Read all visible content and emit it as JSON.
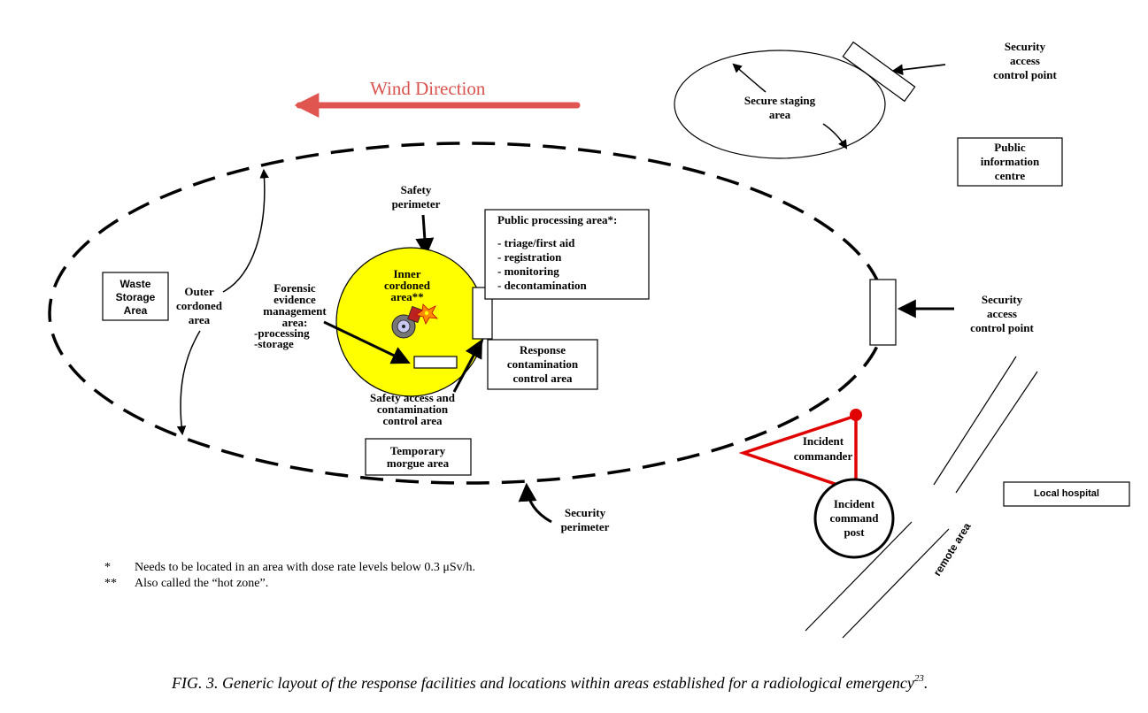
{
  "wind_label": "Wind Direction",
  "colors": {
    "wind_arrow": "#e05550",
    "inner_area": "#ffff00",
    "incident_lines": "#e00000"
  },
  "labels": {
    "security_access_top": [
      "Security",
      "access",
      "control point"
    ],
    "secure_staging": [
      "Secure staging",
      "area"
    ],
    "public_info": [
      "Public",
      "information",
      "centre"
    ],
    "safety_perimeter": [
      "Safety",
      "perimeter"
    ],
    "public_processing_title": "Public processing area*:",
    "public_processing_items": [
      "- triage/first aid",
      "- registration",
      "- monitoring",
      "- decontamination"
    ],
    "inner_cordoned": [
      "Inner",
      "cordoned",
      "area**"
    ],
    "forensic": [
      "Forensic",
      "evidence",
      "management",
      "area:",
      "-processing",
      "-storage"
    ],
    "waste_storage": [
      "Waste",
      "Storage",
      "Area"
    ],
    "outer_cordoned": [
      "Outer",
      "cordoned",
      "area"
    ],
    "response_contamination": [
      "Response",
      "contamination",
      "control area"
    ],
    "safety_access": [
      "Safety access and",
      "contamination",
      "control area"
    ],
    "temporary_morgue": [
      "Temporary",
      "morgue area"
    ],
    "security_access_right": [
      "Security",
      "access",
      "control point"
    ],
    "incident_commander": [
      "Incident",
      "commander"
    ],
    "incident_command_post": [
      "Incident",
      "command",
      "post"
    ],
    "local_hospital": "Local hospital",
    "remote_area": "remote area",
    "security_perimeter": [
      "Security",
      "perimeter"
    ]
  },
  "notes": [
    {
      "mark": "*",
      "text": "Needs to be located in an area with dose rate levels below 0.3 μSv/h."
    },
    {
      "mark": "**",
      "text": "Also called the “hot zone”."
    }
  ],
  "caption": "FIG. 3. Generic layout of the response facilities and locations within areas established for a radiological emergency",
  "caption_ref": "23"
}
